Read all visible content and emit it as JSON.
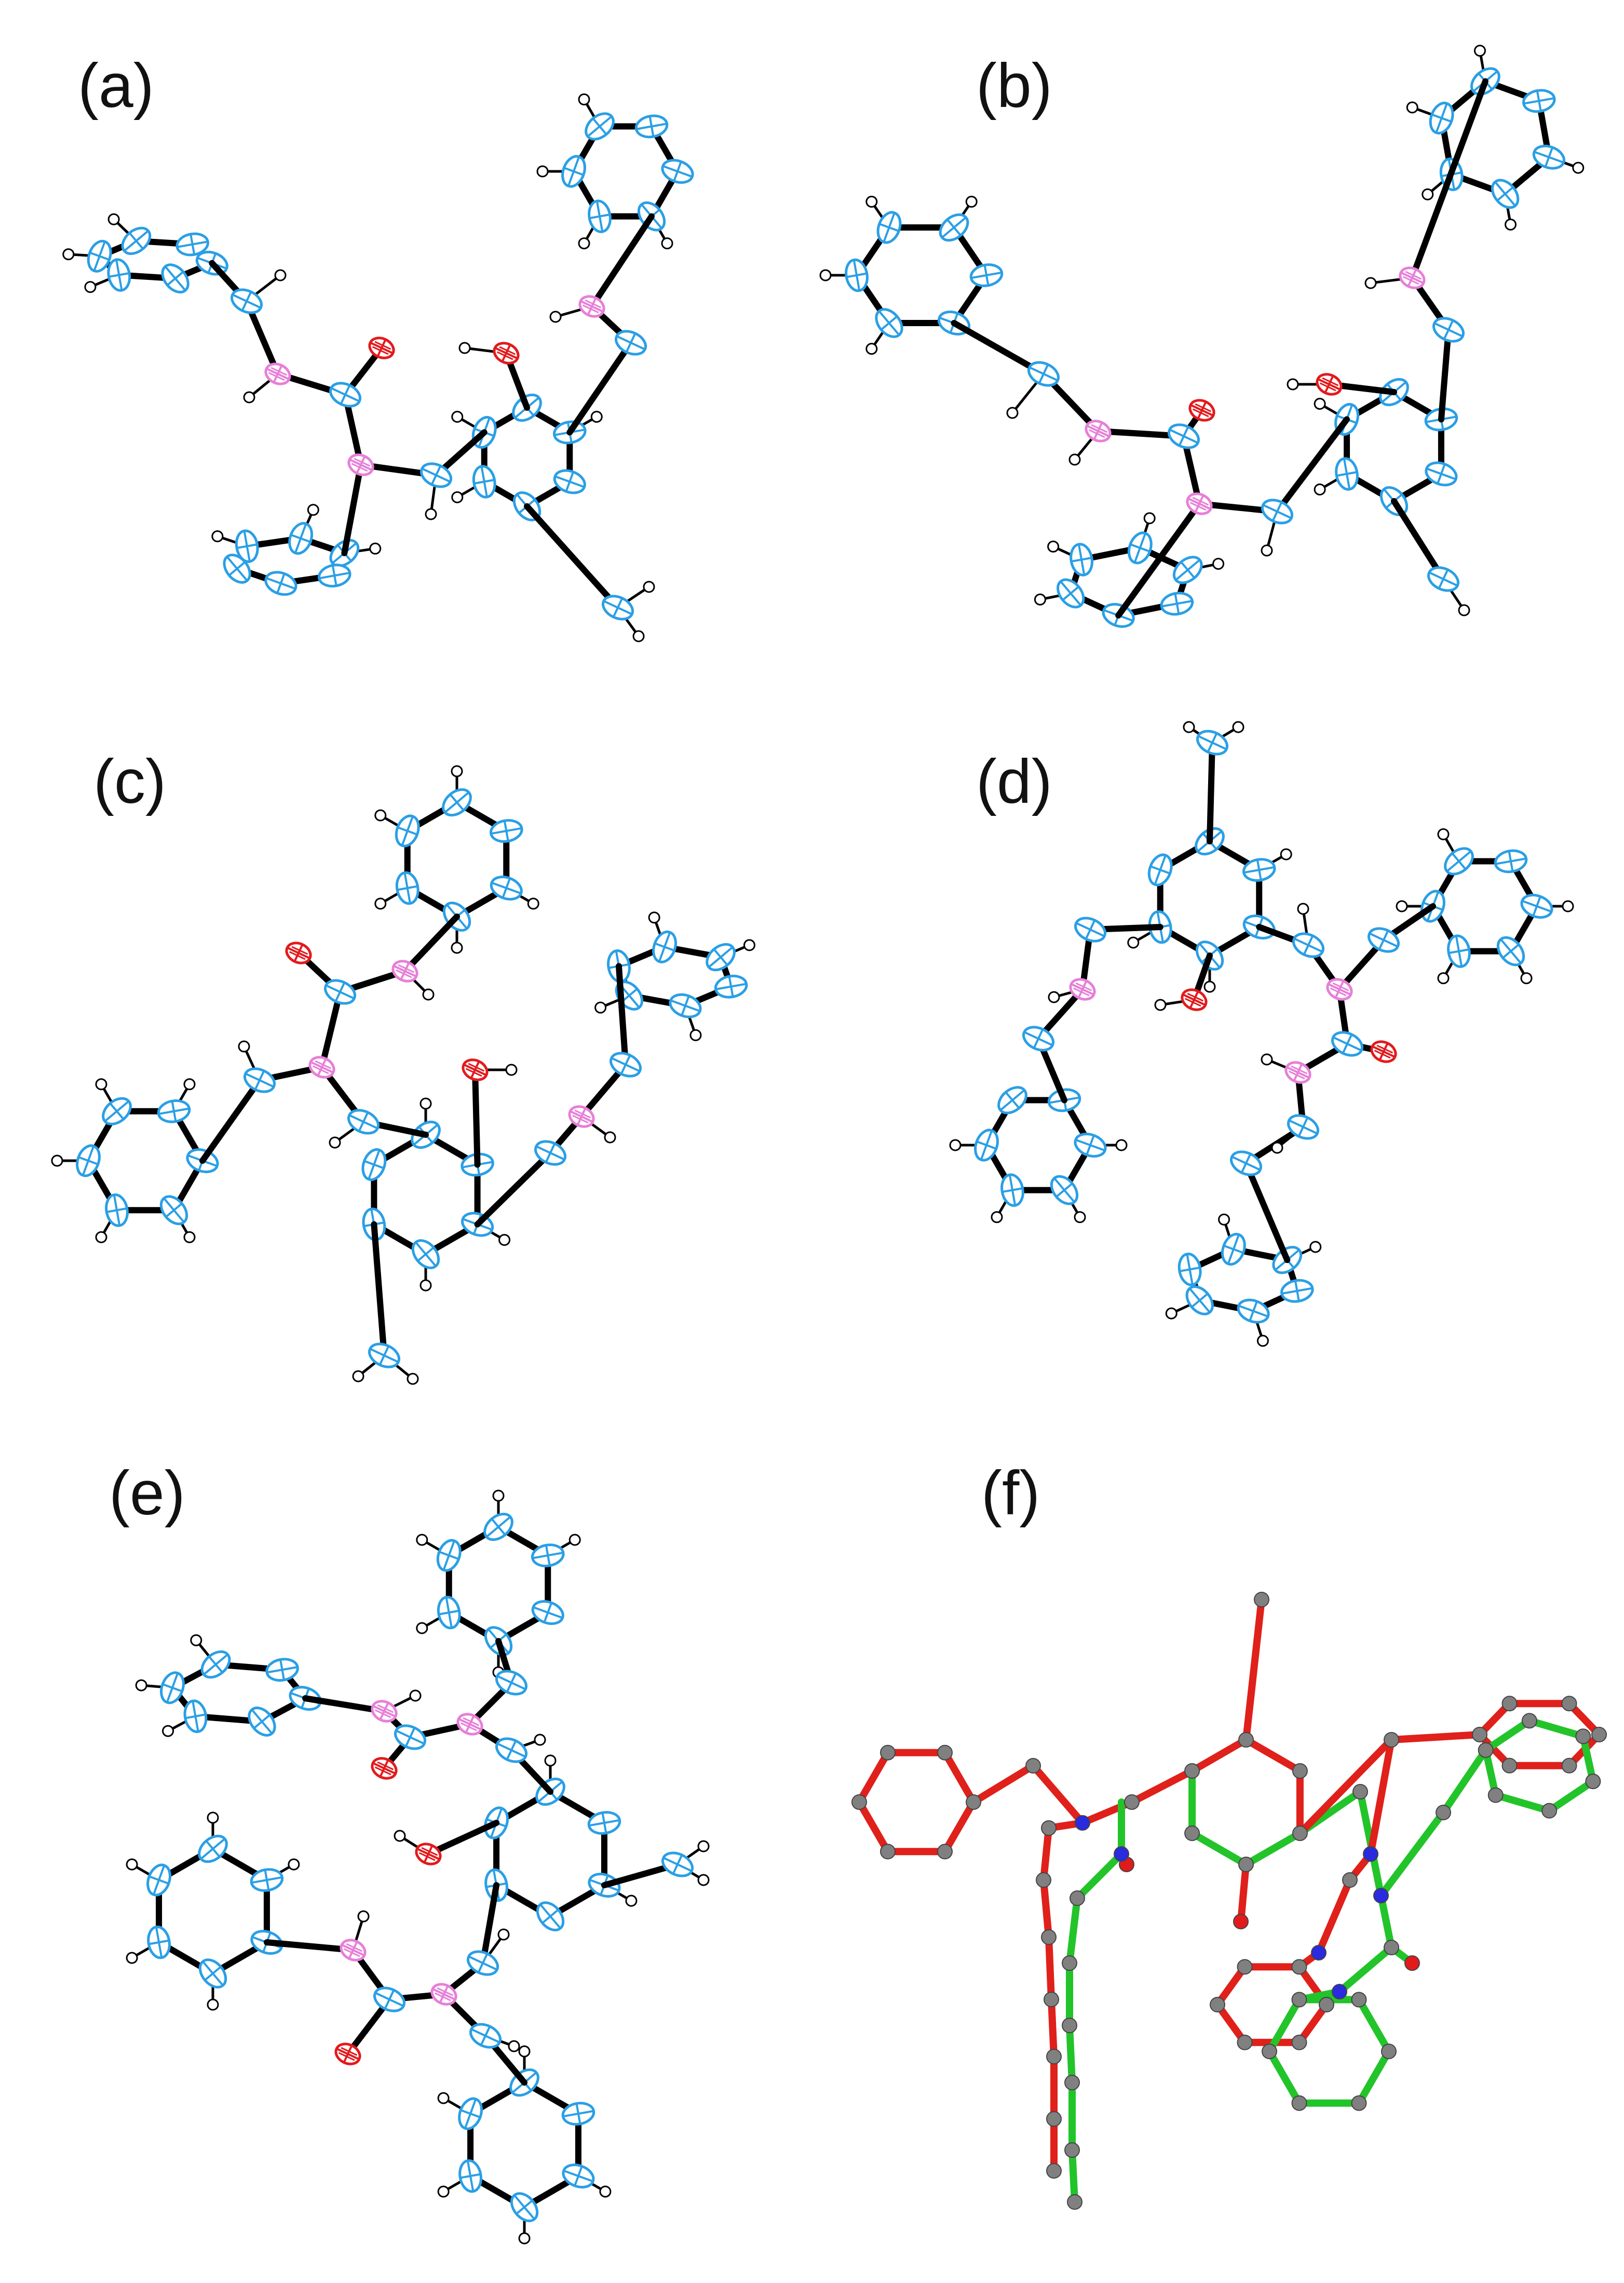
{
  "panels": [
    {
      "label": "(a)",
      "kind": "ortep"
    },
    {
      "label": "(b)",
      "kind": "ortep"
    },
    {
      "label": "(c)",
      "kind": "ortep"
    },
    {
      "label": "(d)",
      "kind": "ortep"
    },
    {
      "label": "(e)",
      "kind": "ortep"
    },
    {
      "label": "(f)",
      "kind": "overlay"
    }
  ],
  "colors": {
    "carbon": "#2a9fe6",
    "nitrogen": "#e77fd8",
    "oxygen": "#e31a1c",
    "hydrogen": "#ffffff",
    "bond": "#000000",
    "overlay_red": "#e0201a",
    "overlay_green": "#22c42a",
    "overlay_atom": "#808080",
    "overlay_n": "#2a2adf",
    "overlay_o": "#e31a1c"
  }
}
